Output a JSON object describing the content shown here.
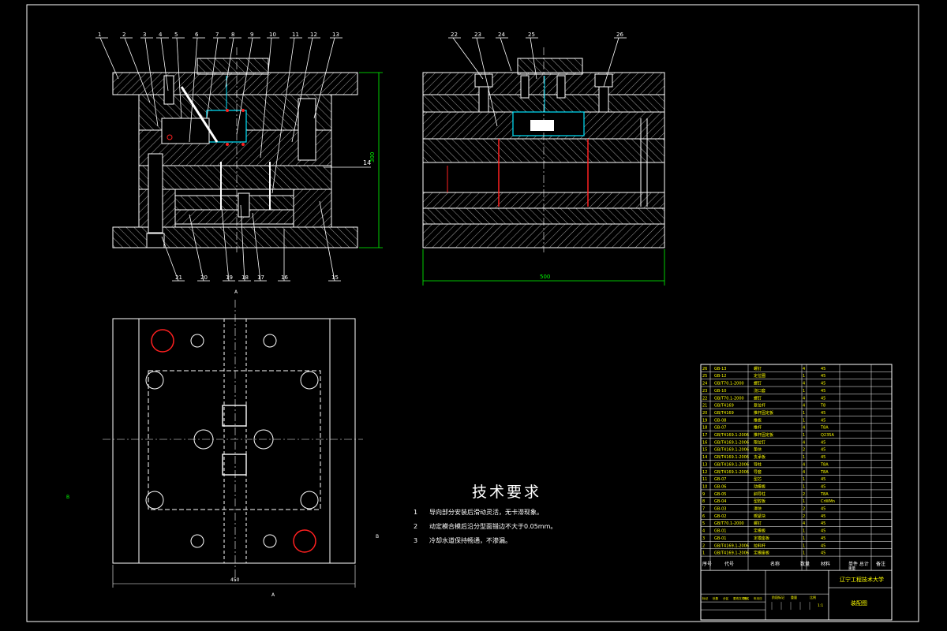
{
  "colors": {
    "background": "#000000",
    "outline": "#ffffff",
    "hatch": "#cfcfcf",
    "dimension": "#00ff00",
    "highlight": "#ff2020",
    "cyan": "#00e5ff",
    "leader_text": "#ffffff",
    "table_text": "#ffff00"
  },
  "front_view": {
    "top_callouts": [
      "1",
      "2",
      "3",
      "4",
      "5",
      "6",
      "7",
      "8",
      "9",
      "10",
      "11",
      "12",
      "13"
    ],
    "bottom_callouts": [
      "21",
      "20",
      "19",
      "18",
      "17",
      "16",
      "15"
    ],
    "side_callout": "14",
    "height_dim": "300"
  },
  "side_view": {
    "top_callouts": [
      "22",
      "23",
      "24",
      "25",
      "26"
    ],
    "width_dim": "500"
  },
  "plan_view": {
    "section_mark_top": "A",
    "section_mark_bottom": "A",
    "side_mark_left": "B",
    "side_mark_right": "B",
    "width_dim": "450"
  },
  "tech_requirements": {
    "title": "技术要求",
    "items": [
      {
        "num": "1",
        "text": "导向部分安装后滑动灵活，无卡滞现象。"
      },
      {
        "num": "2",
        "text": "动定模合模后沿分型面错边不大于0.05mm。"
      },
      {
        "num": "3",
        "text": "冷却水道保持畅通，不渗漏。"
      }
    ]
  },
  "bom": {
    "rows": [
      {
        "no": "26",
        "code": "GB-13",
        "name": "螺钉",
        "qty": "4",
        "mat": "45"
      },
      {
        "no": "25",
        "code": "GB-12",
        "name": "定位圈",
        "qty": "1",
        "mat": "45"
      },
      {
        "no": "24",
        "code": "GB/T70.1-2000",
        "name": "螺钉",
        "qty": "4",
        "mat": "45"
      },
      {
        "no": "23",
        "code": "GB-10",
        "name": "浇口套",
        "qty": "1",
        "mat": "45"
      },
      {
        "no": "22",
        "code": "GB/T70.1-2000",
        "name": "螺钉",
        "qty": "4",
        "mat": "45"
      },
      {
        "no": "21",
        "code": "GB/T4169",
        "name": "复位杆",
        "qty": "4",
        "mat": "T8"
      },
      {
        "no": "20",
        "code": "GB/T4169",
        "name": "推杆固定板",
        "qty": "1",
        "mat": "45"
      },
      {
        "no": "19",
        "code": "GB-08",
        "name": "推板",
        "qty": "1",
        "mat": "45"
      },
      {
        "no": "18",
        "code": "GB-07",
        "name": "推杆",
        "qty": "4",
        "mat": "T8A"
      },
      {
        "no": "17",
        "code": "GB/T4169.1-2006",
        "name": "推杆固定板",
        "qty": "1",
        "mat": "Q235A"
      },
      {
        "no": "16",
        "code": "GB/T4169.1-2006",
        "name": "限位钉",
        "qty": "4",
        "mat": "45"
      },
      {
        "no": "15",
        "code": "GB/T4169.1-2006",
        "name": "垫块",
        "qty": "2",
        "mat": "45"
      },
      {
        "no": "14",
        "code": "GB/T4169.1-2006",
        "name": "支承板",
        "qty": "1",
        "mat": "45"
      },
      {
        "no": "13",
        "code": "GB/T4169.1-2006",
        "name": "导柱",
        "qty": "4",
        "mat": "T8A"
      },
      {
        "no": "12",
        "code": "GB/T4169.1-2006",
        "name": "导套",
        "qty": "4",
        "mat": "T8A"
      },
      {
        "no": "11",
        "code": "GB-07",
        "name": "型芯",
        "qty": "1",
        "mat": "45"
      },
      {
        "no": "10",
        "code": "GB-06",
        "name": "动模板",
        "qty": "1",
        "mat": "45"
      },
      {
        "no": "9",
        "code": "GB-05",
        "name": "斜导柱",
        "qty": "2",
        "mat": "T8A"
      },
      {
        "no": "8",
        "code": "GB-04",
        "name": "型腔板",
        "qty": "1",
        "mat": "CrWMn"
      },
      {
        "no": "7",
        "code": "GB-03",
        "name": "滑块",
        "qty": "2",
        "mat": "45"
      },
      {
        "no": "6",
        "code": "GB-02",
        "name": "楔紧块",
        "qty": "2",
        "mat": "45"
      },
      {
        "no": "5",
        "code": "GB/T70.1-2000",
        "name": "螺钉",
        "qty": "4",
        "mat": "45"
      },
      {
        "no": "4",
        "code": "GB-01",
        "name": "定模板",
        "qty": "1",
        "mat": "45"
      },
      {
        "no": "3",
        "code": "GB-01",
        "name": "定模座板",
        "qty": "1",
        "mat": "45"
      },
      {
        "no": "2",
        "code": "GB/T4169.1-2006",
        "name": "拉料杆",
        "qty": "1",
        "mat": "45"
      },
      {
        "no": "1",
        "code": "GB/T4169.1-2006",
        "name": "定模座板",
        "qty": "1",
        "mat": "45"
      }
    ],
    "header": {
      "no": "序号",
      "code": "代号",
      "name": "名称",
      "qty": "数量",
      "mat": "材料",
      "weight": "单件 总计",
      "weight2": "重量",
      "note": "备注"
    },
    "school": "辽宁工程技术大学",
    "drawing_name": "装配图",
    "signature_labels": [
      "标记",
      "处数",
      "分区",
      "更改文件号",
      "签名",
      "年月日"
    ],
    "stage_labels": [
      "阶段标记",
      "重量",
      "比例"
    ],
    "scale_value": "1:1"
  }
}
